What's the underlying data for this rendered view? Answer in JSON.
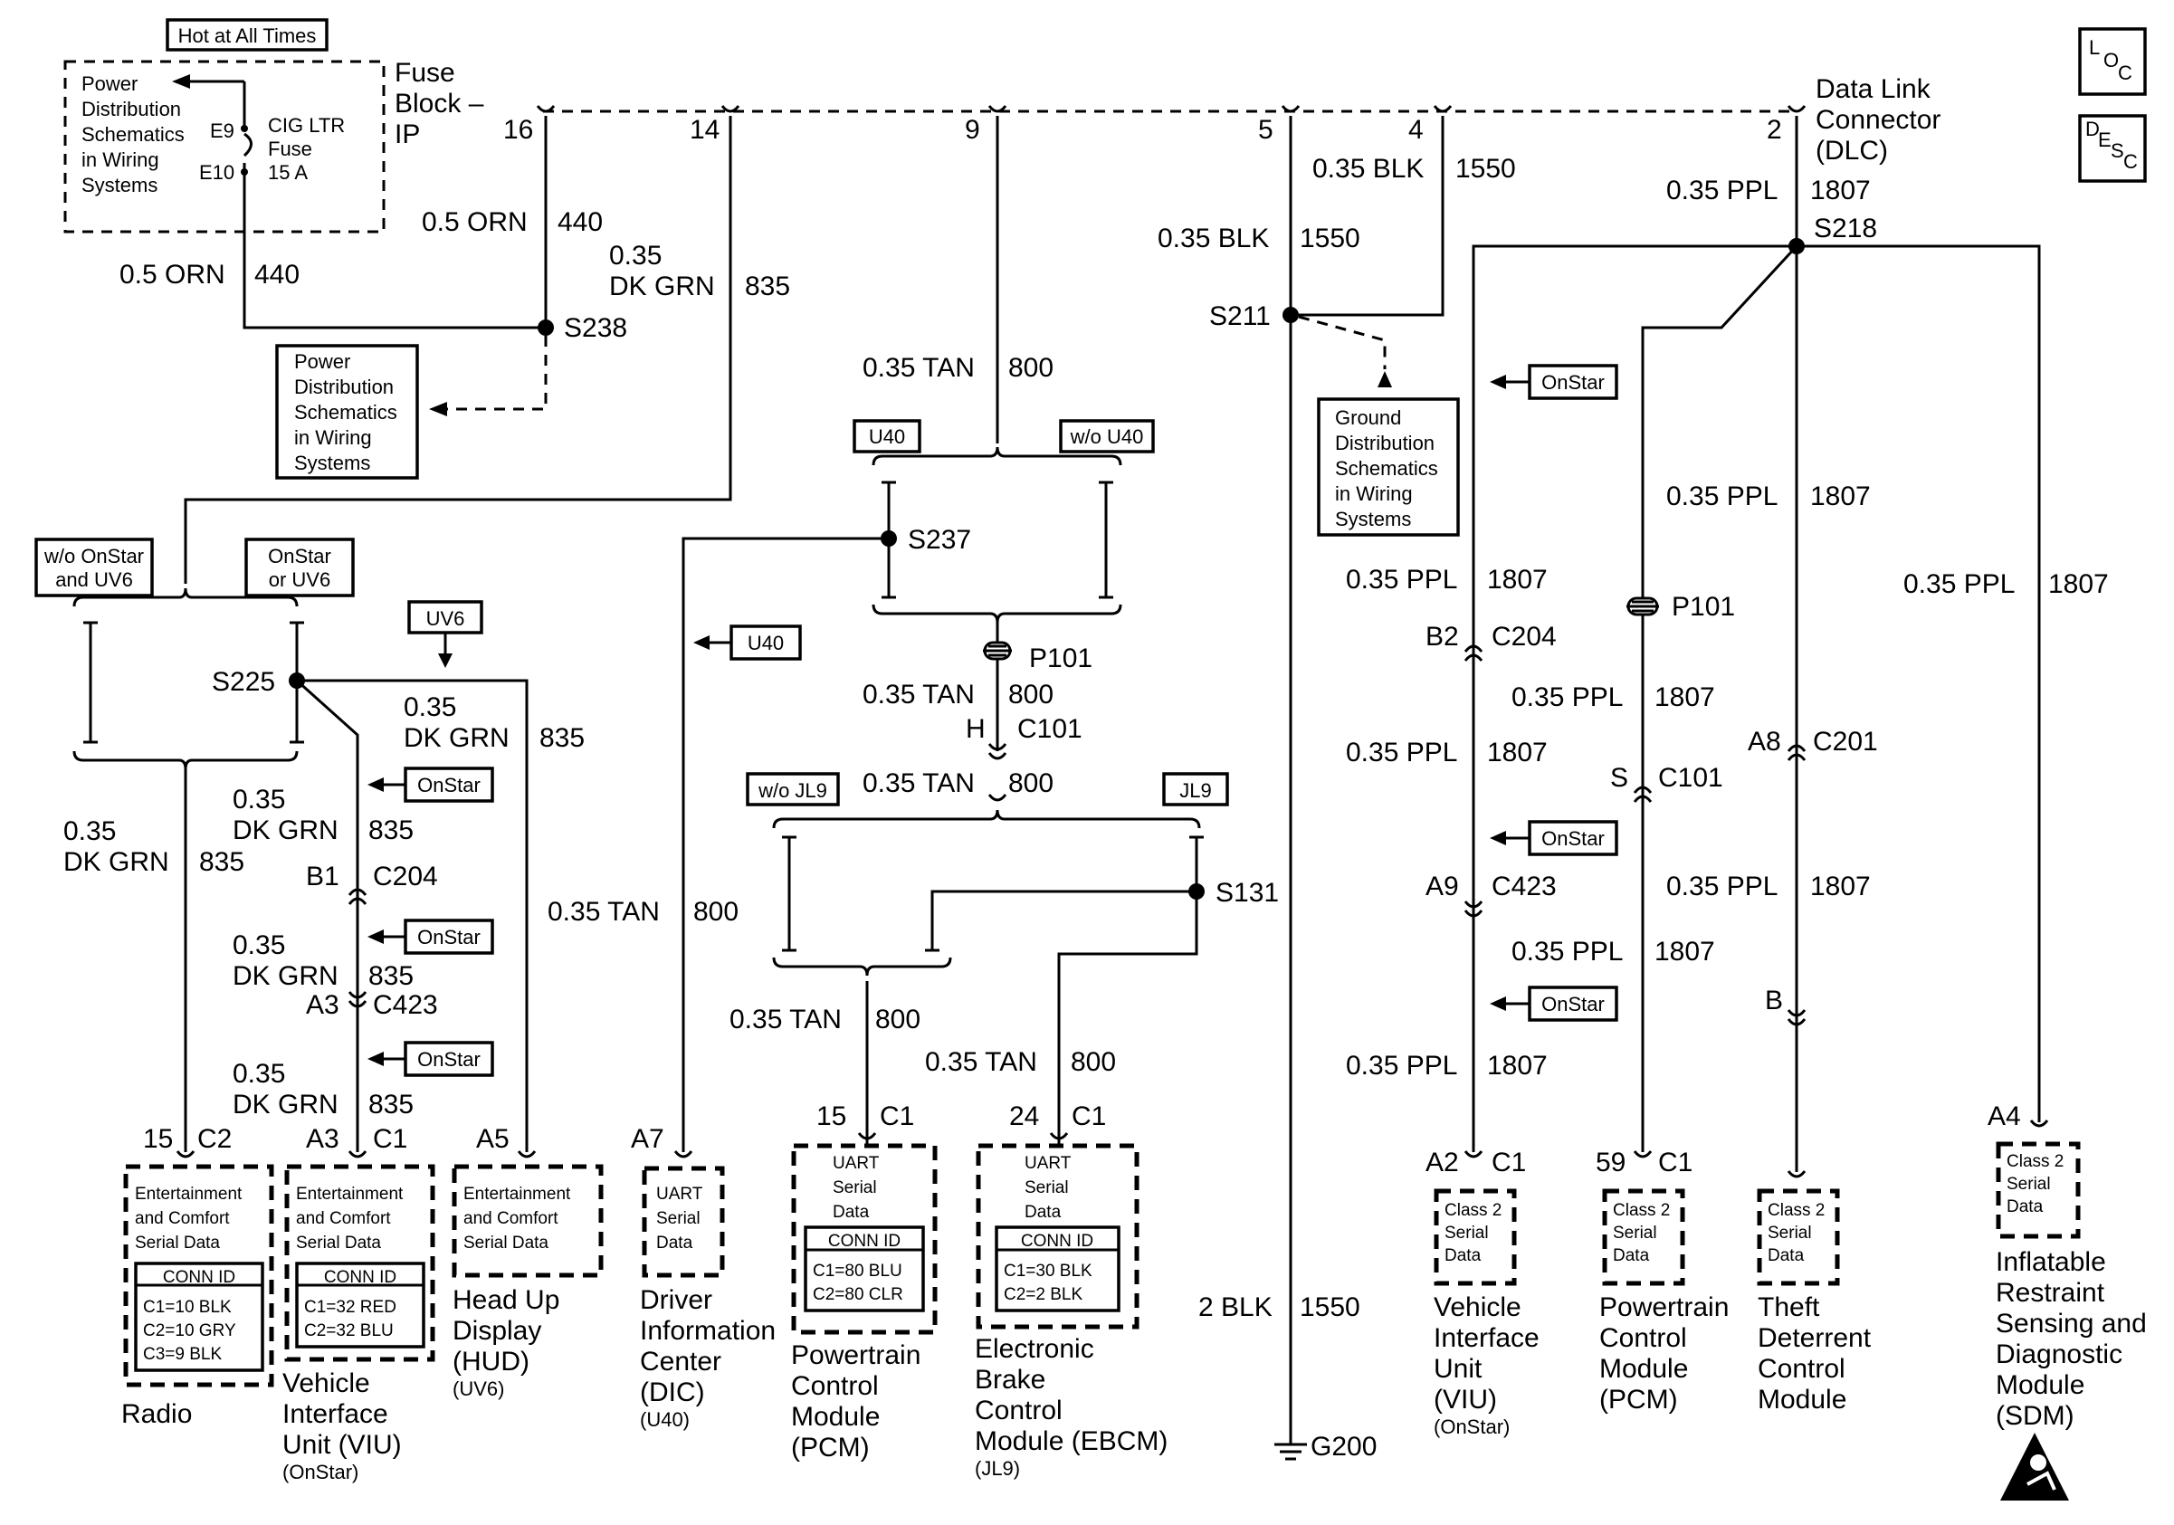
{
  "labels": {
    "hot": "Hot at All Times",
    "pds1": [
      "Power",
      "Distribution",
      "Schematics",
      "in Wiring",
      "Systems"
    ],
    "e9": "E9",
    "e10": "E10",
    "fuse": [
      "CIG LTR",
      "Fuse",
      "15 A"
    ],
    "fuse_block": [
      "Fuse",
      "Block –",
      "IP"
    ],
    "w440a": [
      "0.5 ORN",
      "440"
    ],
    "w440b": [
      "0.5 ORN",
      "440"
    ],
    "w835a": [
      "0.35",
      "DK GRN",
      "835"
    ],
    "s238": "S238",
    "pds2": [
      "Power",
      "Distribution",
      "Schematics",
      "in Wiring",
      "Systems"
    ],
    "pins": [
      "16",
      "14",
      "9",
      "5",
      "4",
      "2"
    ],
    "w1550a": [
      "0.35 BLK",
      "1550"
    ],
    "w1550b": [
      "0.35 BLK",
      "1550"
    ],
    "dlc": [
      "Data Link",
      "Connector",
      "(DLC)"
    ],
    "w1807top": [
      "0.35 PPL",
      "1807"
    ],
    "s218": "S218",
    "s211": "S211",
    "gds": [
      "Ground",
      "Distribution",
      "Schematics",
      "in Wiring",
      "Systems"
    ],
    "w800top": [
      "0.35 TAN",
      "800"
    ],
    "u40": "U40",
    "wo_u40": "w/o U40",
    "s237": "S237",
    "p101a": "P101",
    "w800b": [
      "0.35 TAN",
      "800"
    ],
    "c101a": [
      "H",
      "C101"
    ],
    "w800c": [
      "0.35 TAN",
      "800"
    ],
    "wo_jl9": "w/o JL9",
    "jl9": "JL9",
    "s131": "S131",
    "w800d": [
      "0.35 TAN",
      "800"
    ],
    "w800e": [
      "0.35 TAN",
      "800"
    ],
    "w800f": [
      "0.35 TAN",
      "800"
    ],
    "u40b": "U40",
    "wo_onstar": [
      "w/o OnStar",
      "and UV6"
    ],
    "onstar_uv6": [
      "OnStar",
      "or UV6"
    ],
    "uv6": "UV6",
    "s225": "S225",
    "w835b": [
      "0.35",
      "DK GRN",
      "835"
    ],
    "w835c": [
      "0.35",
      "DK GRN",
      "835"
    ],
    "w835d": [
      "0.35",
      "DK GRN",
      "835"
    ],
    "c204a": [
      "B1",
      "C204"
    ],
    "w835e": [
      "0.35",
      "DK GRN",
      "835"
    ],
    "c423a": [
      "A3",
      "C423"
    ],
    "w835f": [
      "0.35",
      "DK GRN",
      "835"
    ],
    "onstar": "OnStar",
    "radio_pin": [
      "15",
      "C2"
    ],
    "viu_pin": [
      "A3",
      "C1"
    ],
    "hud_pin": "A5",
    "dic_pin": "A7",
    "pcm_pin": [
      "15",
      "C1"
    ],
    "ebcm_pin": [
      "24",
      "C1"
    ],
    "ecsd": [
      "Entertainment",
      "and Comfort",
      "Serial Data"
    ],
    "conn_id": "CONN ID",
    "radio_conn": [
      "C1=10 BLK",
      "C2=10 GRY",
      "C3=9 BLK"
    ],
    "viu_conn": [
      "C1=32 RED",
      "C2=32 BLU"
    ],
    "uart": [
      "UART",
      "Serial",
      "Data"
    ],
    "pcm_conn": [
      "C1=80 BLU",
      "C2=80 CLR"
    ],
    "ebcm_conn": [
      "C1=30 BLK",
      "C2=2 BLK"
    ],
    "radio": "Radio",
    "viu_left": [
      "Vehicle",
      "Interface",
      "Unit (VIU)"
    ],
    "viu_left_opt": "(OnStar)",
    "hud": [
      "Head Up",
      "Display",
      "(HUD)"
    ],
    "hud_opt": "(UV6)",
    "dic": [
      "Driver",
      "Information",
      "Center",
      "(DIC)"
    ],
    "dic_opt": "(U40)",
    "pcm_left": [
      "Powertrain",
      "Control",
      "Module",
      "(PCM)"
    ],
    "ebcm": [
      "Electronic",
      "Brake",
      "Control",
      "Module (EBCM)"
    ],
    "ebcm_opt": "(JL9)",
    "w1550c": [
      "2 BLK",
      "1550"
    ],
    "g200": "G200",
    "w1807a": [
      "0.35 PPL",
      "1807"
    ],
    "c204b": [
      "B2",
      "C204"
    ],
    "w1807b": [
      "0.35 PPL",
      "1807"
    ],
    "c423b": [
      "A9",
      "C423"
    ],
    "w1807c": [
      "0.35 PPL",
      "1807"
    ],
    "viu_right_pin": [
      "A2",
      "C1"
    ],
    "p101b": "P101",
    "w1807d": [
      "0.35 PPL",
      "1807"
    ],
    "c101b": [
      "S",
      "C101"
    ],
    "w1807e": [
      "0.35 PPL",
      "1807"
    ],
    "pcm_right_pin": [
      "59",
      "C1"
    ],
    "w1807f": [
      "0.35 PPL",
      "1807"
    ],
    "w1807g": [
      "0.35 PPL",
      "1807"
    ],
    "c201": [
      "A8",
      "C201"
    ],
    "w1807h": [
      "0.35 PPL",
      "1807"
    ],
    "tdcm_b": "B",
    "w1807i": [
      "0.35 PPL",
      "1807"
    ],
    "sdm_pin": "A4",
    "class2": [
      "Class 2",
      "Serial",
      "Data"
    ],
    "viu_right": [
      "Vehicle",
      "Interface",
      "Unit",
      "(VIU)"
    ],
    "viu_right_opt": "(OnStar)",
    "pcm_right": [
      "Powertrain",
      "Control",
      "Module",
      "(PCM)"
    ],
    "tdcm": [
      "Theft",
      "Deterrent",
      "Control",
      "Module"
    ],
    "sdm": [
      "Inflatable",
      "Restraint",
      "Sensing and",
      "Diagnostic",
      "Module",
      "(SDM)"
    ],
    "loc": [
      "L",
      "O",
      "C"
    ],
    "desc": [
      "D",
      "E",
      "S",
      "C"
    ]
  },
  "icons": [
    "loc-icon",
    "desc-icon",
    "airbag-icon",
    "ground-icon"
  ]
}
